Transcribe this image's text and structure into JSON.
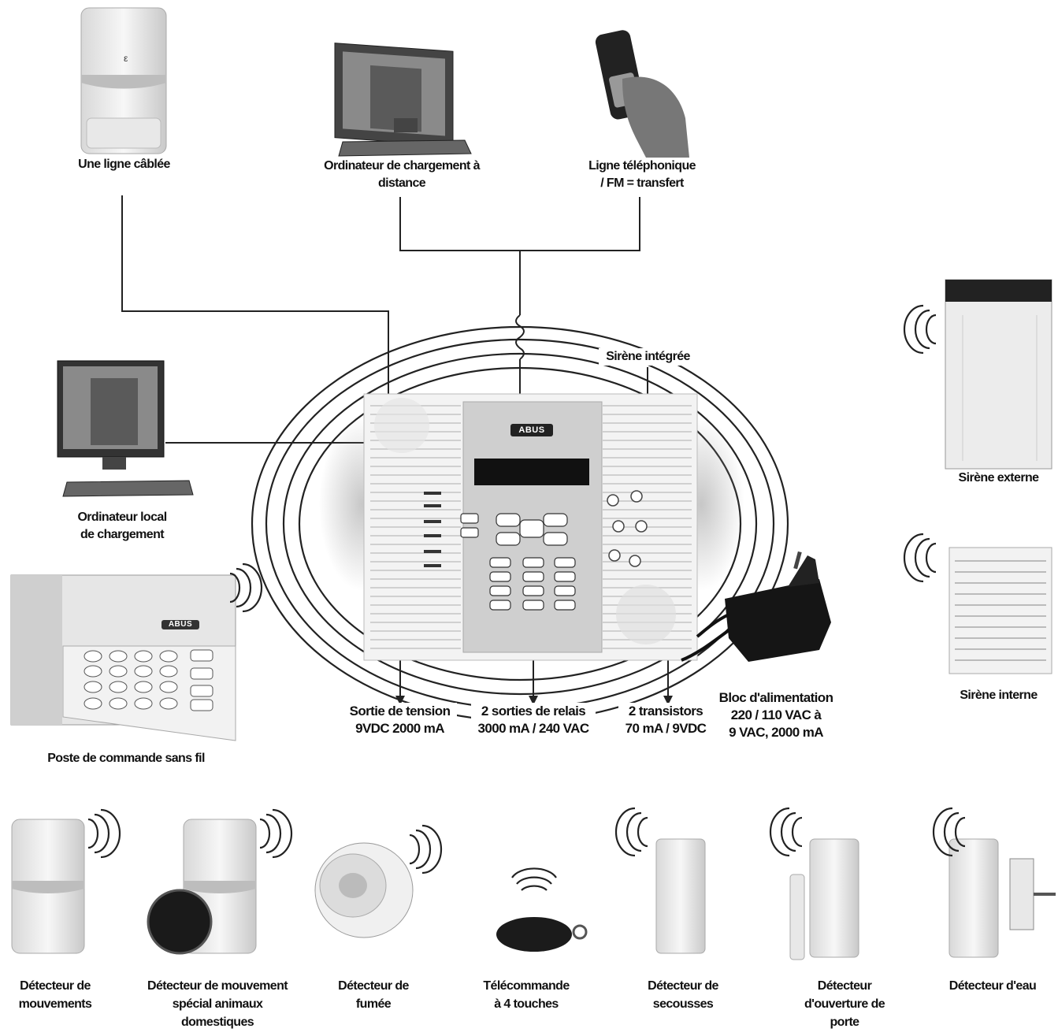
{
  "labels": {
    "cable_line": "Une ligne câblée",
    "remote_pc_1": "Ordinateur de chargement à",
    "remote_pc_2": "distance",
    "phone_1": "Ligne téléphonique",
    "phone_2": "/ FM = transfert",
    "local_pc_1": "Ordinateur local",
    "local_pc_2": "de chargement",
    "integrated_siren": "Sirène intégrée",
    "keypad": "Poste de commande sans fil",
    "external_siren": "Sirène externe",
    "internal_siren": "Sirène interne",
    "voltage_out_1": "Sortie de tension",
    "voltage_out_2": "9VDC 2000 mA",
    "relay_out_1": "2 sorties de relais",
    "relay_out_2": "3000 mA / 240 VAC",
    "transistors_1": "2 transistors",
    "transistors_2": "70 mA / 9VDC",
    "psu_1": "Bloc d'alimentation",
    "psu_2": "220 / 110 VAC à",
    "psu_3": "9 VAC, 2000 mA",
    "brand": "ABUS"
  },
  "sensors": [
    {
      "line1": "Détecteur de",
      "line2": "mouvements",
      "line3": ""
    },
    {
      "line1": "Détecteur de mouvement",
      "line2": "spécial animaux",
      "line3": "domestiques"
    },
    {
      "line1": "Détecteur de",
      "line2": "fumée",
      "line3": ""
    },
    {
      "line1": "Télécommande",
      "line2": "à 4 touches",
      "line3": ""
    },
    {
      "line1": "Détecteur de",
      "line2": "secousses",
      "line3": ""
    },
    {
      "line1": "Détecteur",
      "line2": "d'ouverture de",
      "line3": "porte"
    },
    {
      "line1": "Détecteur d'eau",
      "line2": "",
      "line3": ""
    }
  ]
}
